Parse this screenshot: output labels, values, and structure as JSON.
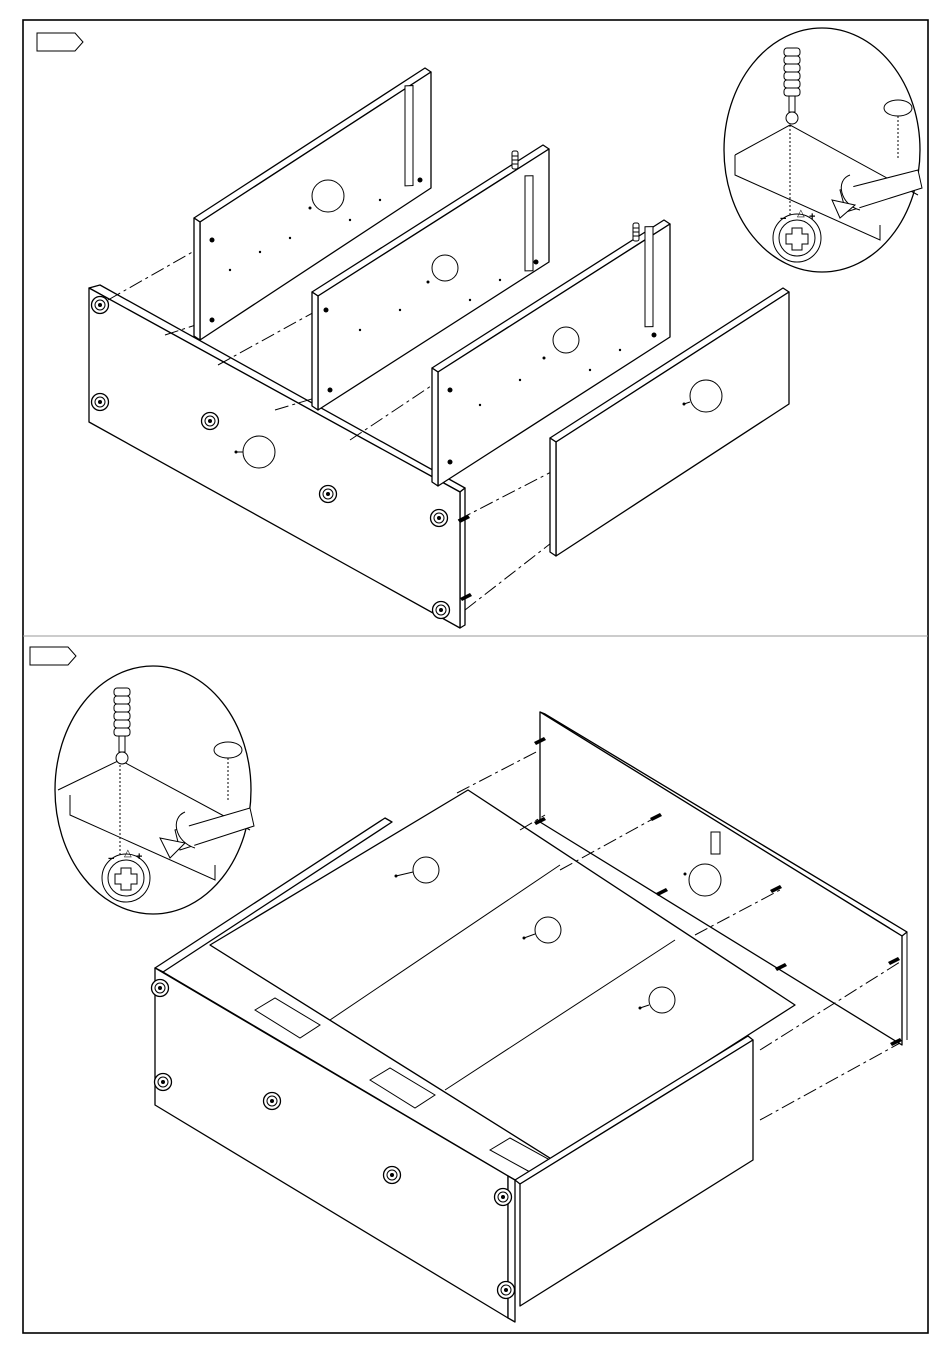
{
  "page": {
    "background": "#ffffff",
    "line_color": "#000000",
    "divider_color": "#999999"
  },
  "steps": [
    {
      "id": "step-1",
      "step_number": "",
      "detail_icon": "cam-lock-detail-icon",
      "action": "insert-dowels-and-tighten-cam-locks"
    },
    {
      "id": "step-2",
      "step_number": "",
      "detail_icon": "cam-lock-detail-icon",
      "action": "attach-bottom-panel-and-back"
    }
  ]
}
